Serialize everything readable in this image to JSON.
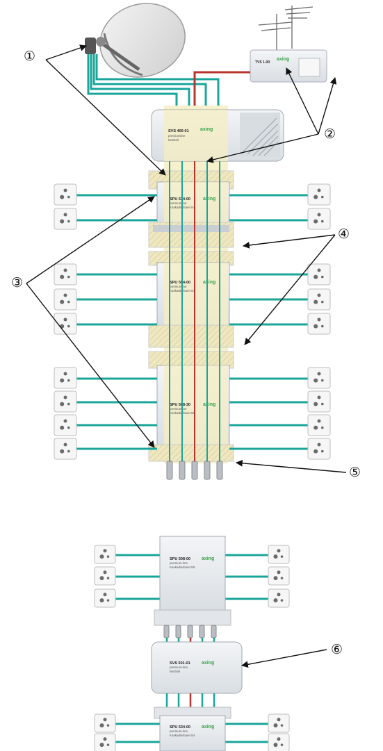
{
  "labels": {
    "l1": "①",
    "l2": "②",
    "l3": "③",
    "l4": "④",
    "l5": "⑤",
    "l6": "⑥"
  },
  "brand": "axing",
  "devices": {
    "terrestrial_amp": {
      "model": "TVS 1-00"
    },
    "psu_top": {
      "model": "SVS 400-01",
      "line": "premiumline",
      "sub": "Netzteil"
    },
    "switch1": {
      "model": "SPU 534-00",
      "line": "premiumline",
      "sub": "Kaskadierbare 5/4"
    },
    "switch2": {
      "model": "SPU 554-00",
      "line": "premiumline",
      "sub": "Kaskadierbare 5/4"
    },
    "switch3": {
      "model": "SPU 508-30",
      "line": "premiumline",
      "sub": "Kaskadierbare 5/8"
    },
    "switch4": {
      "model": "SPU 508-00",
      "line": "premium-line",
      "sub": "Kaskadierbare 5/8"
    },
    "psu_bottom": {
      "model": "SVS 501-01",
      "line": "premium-line",
      "sub": "Netzteil"
    },
    "switch5": {
      "model": "SPU 534-00",
      "line": "premium-line",
      "sub": "Kaskadierbare 5/4"
    }
  },
  "colors": {
    "cable": "#1aa59a",
    "terrestrial": "#b8342a",
    "highlight": "#f4eec2",
    "device": "#e9edf0"
  }
}
